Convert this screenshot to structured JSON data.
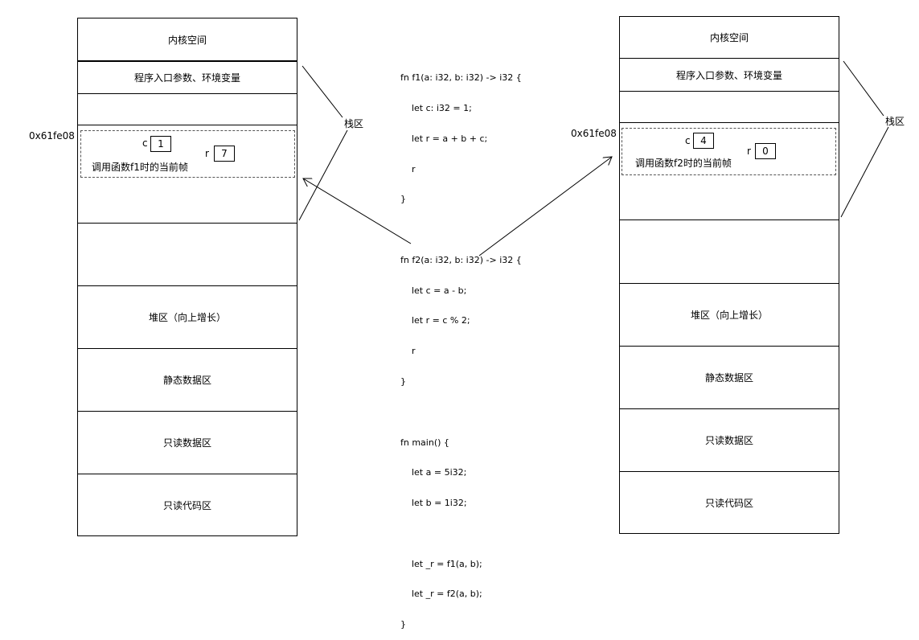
{
  "segments": {
    "kernel": "内核空间",
    "args": "程序入口参数、环境变量",
    "heap": "堆区（向上增长）",
    "static": "静态数据区",
    "readonly_data": "只读数据区",
    "readonly_code": "只读代码区"
  },
  "stack_label": "栈区",
  "address": "0x61fe08",
  "left_frame": {
    "caption": "调用函数f1时的当前帧",
    "var1_name": "c",
    "var1_value": "1",
    "var2_name": "r",
    "var2_value": "7"
  },
  "right_frame": {
    "caption": "调用函数f2时的当前帧",
    "var1_name": "c",
    "var1_value": "4",
    "var2_name": "r",
    "var2_value": "0"
  },
  "code_lines": [
    "fn f1(a: i32, b: i32) -> i32 {",
    "    let c: i32 = 1;",
    "    let r = a + b + c;",
    "    r",
    "}",
    "",
    "fn f2(a: i32, b: i32) -> i32 {",
    "    let c = a - b;",
    "    let r = c % 2;",
    "    r",
    "}",
    "",
    "fn main() {",
    "    let a = 5i32;",
    "    let b = 1i32;",
    "",
    "    let _r = f1(a, b);",
    "    let _r = f2(a, b);",
    "}"
  ]
}
